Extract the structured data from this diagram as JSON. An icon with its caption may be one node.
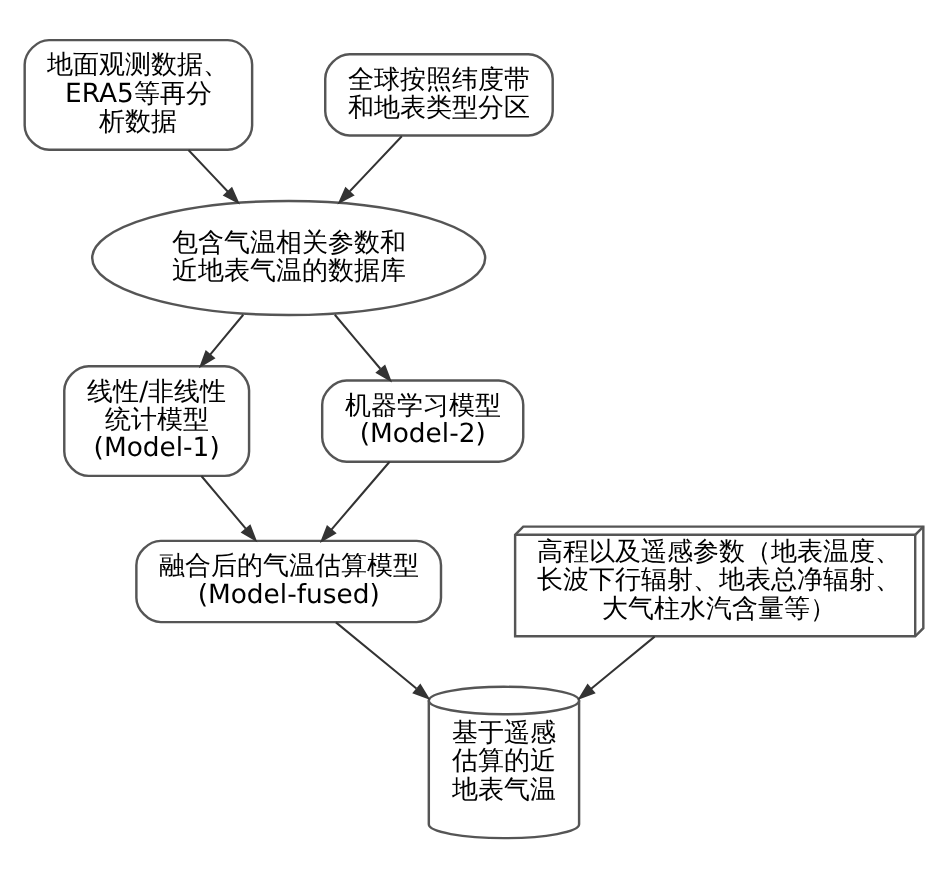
{
  "diagram": {
    "nodes": [
      {
        "text": [
          "地面观测数据、ERA5等再分析数据"
        ]
      },
      {
        "text": [
          "全球按照纬度带和地表类型分区"
        ]
      },
      {
        "text": [
          "包含气温相关参数和近地表气温的数据库"
        ]
      },
      {
        "text": [
          "线性/非线性统计模型 (Model-1)"
        ]
      },
      {
        "text": [
          "机器学习模型 (Model-2)"
        ]
      },
      {
        "text": [
          "融合后的气温估算模型 (Model-fused)"
        ]
      },
      {
        "text": [
          "高程以及遥感参数（地表温度、长波下行辐射、地表总净辐射、大气柱水汽含量等）"
        ]
      },
      {
        "text": [
          "基于遥感估算的近地表气温"
        ]
      }
    ],
    "edges": [
      {
        "from": 0,
        "to": 2,
        "arrow": "to"
      },
      {
        "from": 1,
        "to": 2,
        "arrow": "to"
      },
      {
        "from": 2,
        "to": 3,
        "arrow": "to"
      },
      {
        "from": 2,
        "to": 4,
        "arrow": "to"
      },
      {
        "from": 3,
        "to": 5,
        "arrow": "to"
      },
      {
        "from": 4,
        "to": 5,
        "arrow": "to"
      },
      {
        "from": 5,
        "to": 7,
        "arrow": "to"
      },
      {
        "from": 6,
        "to": 7,
        "arrow": "to"
      }
    ]
  }
}
